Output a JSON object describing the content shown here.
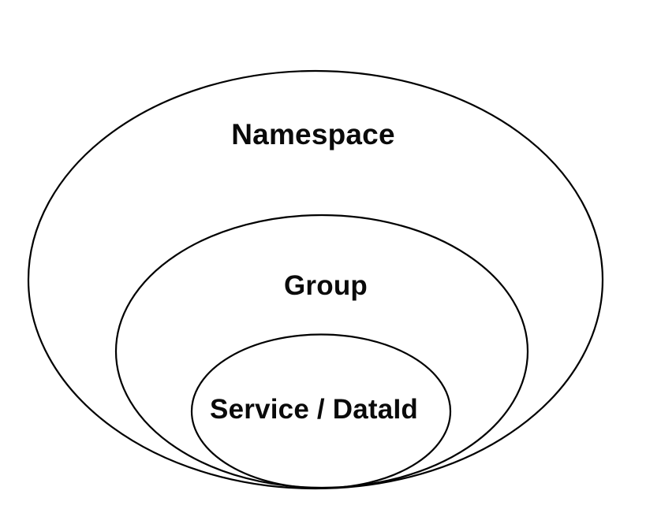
{
  "diagram": {
    "type": "nested-ellipses-venn",
    "background_color": "#ffffff",
    "stroke_color": "#000000",
    "levels": [
      {
        "id": "namespace",
        "label": "Namespace",
        "depth": 1
      },
      {
        "id": "group",
        "label": "Group",
        "depth": 2
      },
      {
        "id": "service-dataid",
        "label": "Service / DataId",
        "depth": 3
      }
    ]
  }
}
